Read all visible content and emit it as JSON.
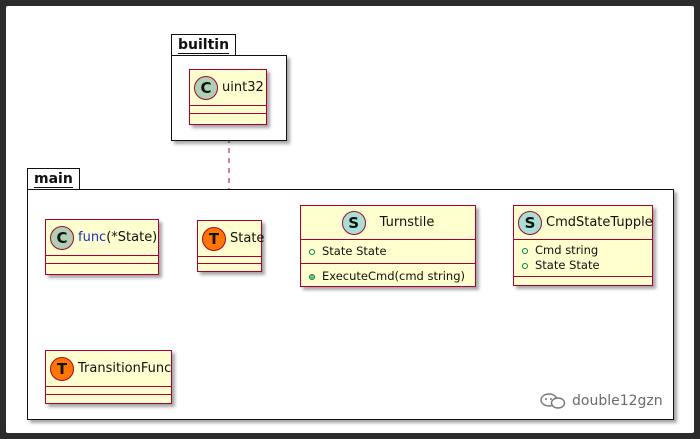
{
  "packages": {
    "builtin": {
      "label": "builtin"
    },
    "main": {
      "label": "main"
    }
  },
  "classes": {
    "uint32": {
      "badge": "C",
      "name": "uint32"
    },
    "func": {
      "badge": "C",
      "name_prefix": "func",
      "name_suffix": "(*State)"
    },
    "state": {
      "badge": "T",
      "name": "State"
    },
    "turnstile": {
      "badge": "S",
      "name": "Turnstile",
      "fields": [
        "State State"
      ],
      "methods": [
        "ExecuteCmd(cmd string)"
      ]
    },
    "cmdstatetupple": {
      "badge": "S",
      "name": "CmdStateTupple",
      "fields": [
        "Cmd string",
        "State State"
      ]
    },
    "transitionfunc": {
      "badge": "T",
      "name": "TransitionFunc"
    }
  },
  "watermark": {
    "text": "double12gzn"
  },
  "colors": {
    "class_fill": "#fefece",
    "class_border": "#a80036",
    "badge_class": "#add1b2",
    "badge_type": "#ff7700",
    "badge_struct": "#a9e0d6",
    "func_keyword": "#1a33c9"
  }
}
